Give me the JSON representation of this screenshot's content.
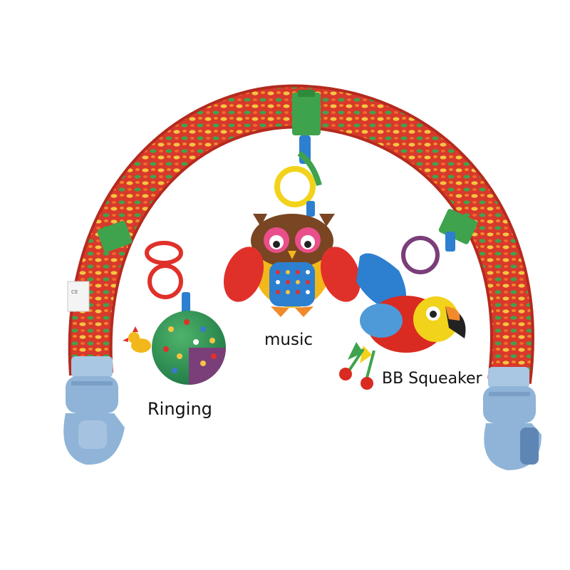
{
  "labels": {
    "ringing": "Ringing",
    "music": "music",
    "squeaker": "BB Squeaker"
  },
  "colors": {
    "background": "#ffffff",
    "arch_base": "#d8392b",
    "arch_leaf_a": "#f5c542",
    "arch_leaf_b": "#3fa34d",
    "clamp": "#8fb4d8",
    "ring_yellow": "#f2d31b",
    "ring_red": "#e0302a",
    "ring_purple": "#7a3e78",
    "owl_brown": "#7a4523",
    "parrot_red": "#d92b22",
    "parrot_blue": "#2d7fd0"
  }
}
